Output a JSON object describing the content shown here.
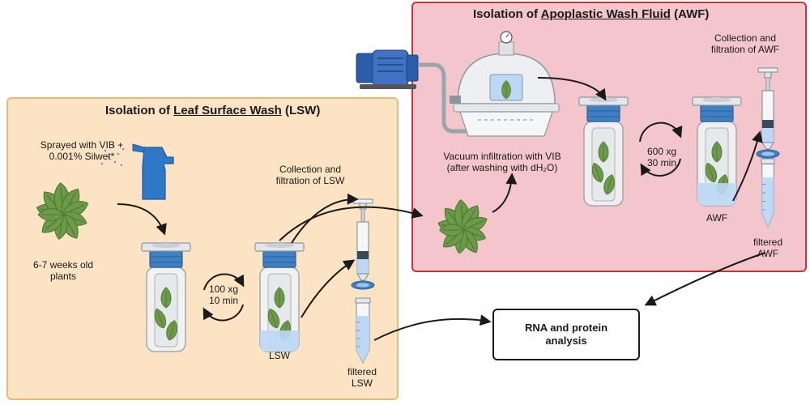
{
  "lsw": {
    "title_pre": "Isolation of ",
    "title_u": "Leaf Surface Wash",
    "title_post": " (LSW)",
    "sprayed": [
      "Sprayed with VIB +",
      "0.001% Silwet*"
    ],
    "plants": [
      "6-7 weeks old",
      "plants"
    ],
    "centrifuge": [
      "100 xg",
      "10 min"
    ],
    "collection": [
      "Collection and",
      "filtration of LSW"
    ],
    "tube_label": "LSW",
    "filtered": [
      "filtered",
      "LSW"
    ]
  },
  "awf": {
    "title_pre": "Isolation of ",
    "title_u": "Apoplastic Wash Fluid",
    "title_post": " (AWF)",
    "vacuum": [
      "Vacuum infiltration with VIB",
      "(after washing with dH₂O)"
    ],
    "centrifuge": [
      "600 xg",
      "30 min"
    ],
    "collection": [
      "Collection and",
      "filtration of AWF"
    ],
    "tube_label": "AWF",
    "filtered": [
      "filtered",
      "AWF"
    ]
  },
  "analysis": [
    "RNA and protein",
    "analysis"
  ],
  "colors": {
    "lsw_bg": "#fbe3c4",
    "awf_bg": "#f2c6cb",
    "awf_border": "#c8323f",
    "leaf": "#6c9a48",
    "cap_blue": "#3f7fc4",
    "liquid": "#bcd8f5"
  }
}
